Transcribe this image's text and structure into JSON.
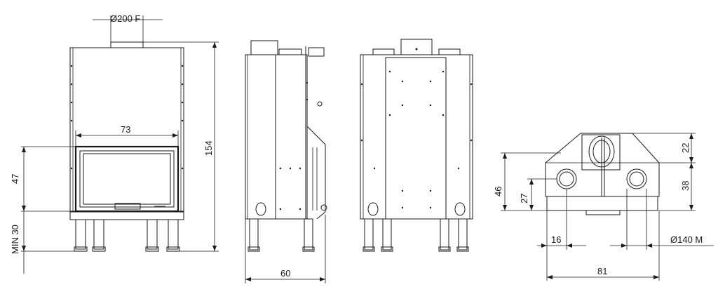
{
  "diagram": {
    "front_view": {
      "flue_label": "Ø200 F",
      "opening_width": "73",
      "opening_height": "47",
      "min_clearance": "MIN 30",
      "total_height": "154"
    },
    "side_view": {
      "depth": "60"
    },
    "top_view": {
      "top_offset": "22",
      "height_46": "46",
      "height_27": "27",
      "height_38": "38",
      "offset_16": "16",
      "duct_label": "Ø140 M",
      "width_81": "81"
    },
    "colors": {
      "line": "#1a1a1a",
      "background": "#ffffff"
    }
  }
}
